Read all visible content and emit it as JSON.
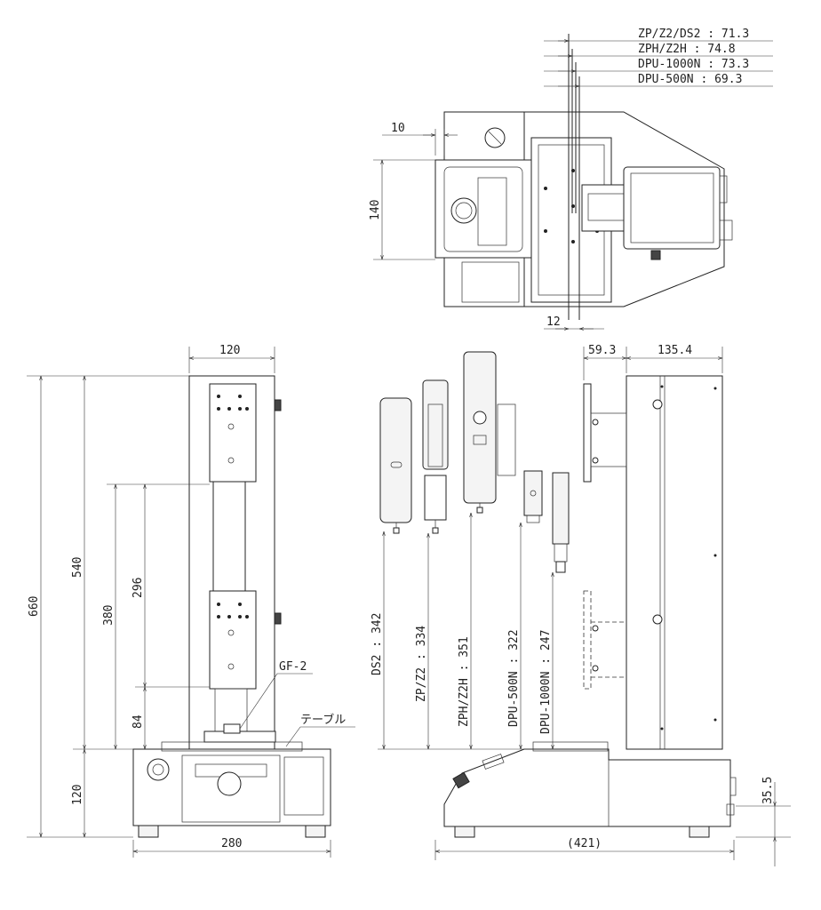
{
  "top_view": {
    "labels": [
      "ZP/Z2/DS2 : 71.3",
      "ZPH/Z2H : 74.8",
      "DPU-1000N : 73.3",
      "DPU-500N : 69.3"
    ],
    "dim_10": "10",
    "dim_140": "140",
    "dim_12": "12"
  },
  "front_view": {
    "dim_120_top": "120",
    "dim_660": "660",
    "dim_540": "540",
    "dim_380": "380",
    "dim_296": "296",
    "dim_84": "84",
    "dim_120_base": "120",
    "dim_280": "280",
    "label_gf2": "GF-2",
    "label_table": "テーブル"
  },
  "side_view": {
    "dim_59_3": "59.3",
    "dim_135_4": "135.4",
    "dim_ds2": "DS2 : 342",
    "dim_zpz2": "ZP/Z2 : 334",
    "dim_zphz2h": "ZPH/Z2H : 351",
    "dim_dpu500": "DPU-500N : 322",
    "dim_dpu1000": "DPU-1000N : 247",
    "dim_421": "(421)",
    "dim_35_5": "35.5"
  }
}
